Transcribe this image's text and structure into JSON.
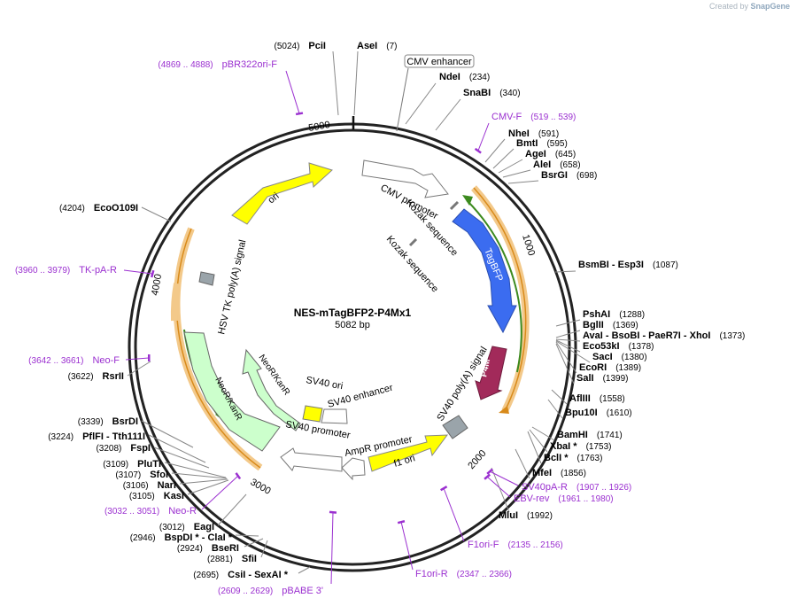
{
  "credit": {
    "prefix": "Created by",
    "brand": "SnapGene"
  },
  "plasmid": {
    "name": "NES-mTagBFP2-P4Mx1",
    "size": "5082 bp",
    "length": 5082
  },
  "ticks": [
    {
      "label": "1000",
      "pos": 1000
    },
    {
      "label": "2000",
      "pos": 2000
    },
    {
      "label": "3000",
      "pos": 3000
    },
    {
      "label": "4000",
      "pos": 4000
    },
    {
      "label": "5000",
      "pos": 5000
    }
  ],
  "features": [
    {
      "label": "CMV promoter",
      "color": "#ffffff"
    },
    {
      "label": "Kozak sequence",
      "color": "#777777"
    },
    {
      "label": "Kozak sequence",
      "color": "#777777"
    },
    {
      "label": "TagBFP",
      "color": "#3b6cf0"
    },
    {
      "label": "P4M",
      "color": "#a22a5a"
    },
    {
      "label": "SV40 poly(A) signal",
      "color": "#9aa4aa"
    },
    {
      "label": "f1 ori",
      "color": "#ffff00"
    },
    {
      "label": "AmpR promoter",
      "color": "#ffffff"
    },
    {
      "label": "SV40 promoter",
      "color": "#ffffff"
    },
    {
      "label": "SV40 ori",
      "color": "#ffff00"
    },
    {
      "label": "SV40 enhancer",
      "color": "#ffffff"
    },
    {
      "label": "NeoR/KanR",
      "color": "#ccffcc"
    },
    {
      "label": "NeoR/KanR",
      "color": "#ccffcc"
    },
    {
      "label": "HSV TK poly(A) signal",
      "color": "#9aa4aa"
    },
    {
      "label": "ori",
      "color": "#ffff00"
    }
  ],
  "boxed_label": "CMV enhancer",
  "enzymes": [
    {
      "name": "PciI",
      "pos": "(5024)"
    },
    {
      "name": "AseI",
      "pos": "(7)"
    },
    {
      "name": "NdeI",
      "pos": "(234)"
    },
    {
      "name": "SnaBI",
      "pos": "(340)"
    },
    {
      "name": "NheI",
      "pos": "(591)"
    },
    {
      "name": "BmtI",
      "pos": "(595)"
    },
    {
      "name": "AgeI",
      "pos": "(645)"
    },
    {
      "name": "AleI",
      "pos": "(658)"
    },
    {
      "name": "BsrGI",
      "pos": "(698)"
    },
    {
      "name": "BsmBI  - Esp3I",
      "pos": "(1087)"
    },
    {
      "name": "PshAI",
      "pos": "(1288)"
    },
    {
      "name": "BglII",
      "pos": "(1369)"
    },
    {
      "name": "AvaI  - BsoBI  - PaeR7I  - XhoI",
      "pos": "(1373)"
    },
    {
      "name": "Eco53kI",
      "pos": "(1378)"
    },
    {
      "name": "SacI",
      "pos": "(1380)"
    },
    {
      "name": "EcoRI",
      "pos": "(1389)"
    },
    {
      "name": "SalI",
      "pos": "(1399)"
    },
    {
      "name": "AflIII",
      "pos": "(1558)"
    },
    {
      "name": "Bpu10I",
      "pos": "(1610)"
    },
    {
      "name": "BamHI",
      "pos": "(1741)"
    },
    {
      "name": "XbaI *",
      "pos": "(1753)"
    },
    {
      "name": "BclI *",
      "pos": "(1763)"
    },
    {
      "name": "MfeI",
      "pos": "(1856)"
    },
    {
      "name": "MluI",
      "pos": "(1992)"
    },
    {
      "name": "CsiI  - SexAI *",
      "pos": "(2695)"
    },
    {
      "name": "SfiI",
      "pos": "(2881)"
    },
    {
      "name": "BseRI",
      "pos": "(2924)"
    },
    {
      "name": "BspDI *  - ClaI *",
      "pos": "(2946)"
    },
    {
      "name": "EagI",
      "pos": "(3012)"
    },
    {
      "name": "KasI",
      "pos": "(3105)"
    },
    {
      "name": "NarI",
      "pos": "(3106)"
    },
    {
      "name": "SfoI",
      "pos": "(3107)"
    },
    {
      "name": "PluTI",
      "pos": "(3109)"
    },
    {
      "name": "FspI",
      "pos": "(3208)"
    },
    {
      "name": "PflFI  - Tth111I",
      "pos": "(3224)"
    },
    {
      "name": "BsrDI",
      "pos": "(3339)"
    },
    {
      "name": "RsrII",
      "pos": "(3622)"
    },
    {
      "name": "EcoO109I",
      "pos": "(4204)"
    }
  ],
  "primers": [
    {
      "name": "pBR322ori-F",
      "range": "(4869 .. 4888)"
    },
    {
      "name": "CMV-F",
      "range": "(519 .. 539)"
    },
    {
      "name": "TK-pA-R",
      "range": "(3960 .. 3979)"
    },
    {
      "name": "Neo-F",
      "range": "(3642 .. 3661)"
    },
    {
      "name": "Neo-R",
      "range": "(3032 .. 3051)"
    },
    {
      "name": "pBABE 3'",
      "range": "(2609 .. 2629)"
    },
    {
      "name": "F1ori-R",
      "range": "(2347 .. 2366)"
    },
    {
      "name": "F1ori-F",
      "range": "(2135 .. 2156)"
    },
    {
      "name": "EBV-rev",
      "range": "(1961 .. 1980)"
    },
    {
      "name": "SV40pA-R",
      "range": "(1907 .. 1926)"
    }
  ],
  "colors": {
    "backbone": "#222222",
    "primer": "#9b30d0",
    "orf": "#f0a830",
    "green_arrow": "#3c8a1e"
  }
}
